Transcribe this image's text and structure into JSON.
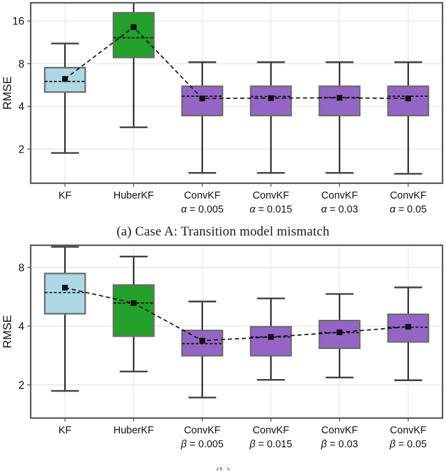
{
  "figure": {
    "panels": [
      {
        "id": "panel-a",
        "caption": "(a) Case A: Transition model mismatch",
        "ylabel": "RMSE"
      },
      {
        "id": "panel-b",
        "caption": "",
        "ylabel": "RMSE"
      }
    ]
  },
  "chart_data": [
    {
      "type": "box",
      "id": "case-a",
      "title": "(a) Case A: Transition model mismatch",
      "xlabel": "",
      "ylabel": "RMSE",
      "yscale": "log2",
      "yticks": [
        2,
        4,
        8,
        16
      ],
      "yticklabels": [
        "2",
        "4",
        "8",
        "16"
      ],
      "ylim": [
        1.15,
        21.5
      ],
      "grid": true,
      "legend": "none",
      "mean_connector": true,
      "categories": [
        {
          "label": "KF",
          "param": "",
          "color": "#add8e6"
        },
        {
          "label": "HuberKF",
          "param": "",
          "color": "#22a02a"
        },
        {
          "label": "ConvKF",
          "param": "α = 0.005",
          "color": "#9565c6"
        },
        {
          "label": "ConvKF",
          "param": "α = 0.015",
          "color": "#9565c6"
        },
        {
          "label": "ConvKF",
          "param": "α = 0.03",
          "color": "#9565c6"
        },
        {
          "label": "ConvKF",
          "param": "α = 0.05",
          "color": "#9565c6"
        }
      ],
      "boxes": [
        {
          "name": "KF",
          "whislo": 1.88,
          "q1": 5.05,
          "median": 6.0,
          "q3": 7.5,
          "whishi": 11.1,
          "mean": 6.25
        },
        {
          "name": "HuberKF",
          "whislo": 2.85,
          "q1": 8.85,
          "median": 12.2,
          "q3": 18.3,
          "whishi": 23.0,
          "mean": 14.5
        },
        {
          "name": "ConvKF a=0.005",
          "whislo": 1.36,
          "q1": 3.45,
          "median": 4.72,
          "q3": 5.55,
          "whishi": 8.2,
          "mean": 4.55
        },
        {
          "name": "ConvKF a=0.015",
          "whislo": 1.36,
          "q1": 3.45,
          "median": 4.7,
          "q3": 5.55,
          "whishi": 8.2,
          "mean": 4.58
        },
        {
          "name": "ConvKF a=0.03",
          "whislo": 1.36,
          "q1": 3.45,
          "median": 4.62,
          "q3": 5.55,
          "whishi": 8.2,
          "mean": 4.6
        },
        {
          "name": "ConvKF a=0.05",
          "whislo": 1.34,
          "q1": 3.45,
          "median": 4.72,
          "q3": 5.55,
          "whishi": 8.2,
          "mean": 4.55
        }
      ],
      "mean_line_values": [
        6.25,
        14.5,
        4.55,
        4.58,
        4.6,
        4.55
      ]
    },
    {
      "type": "box",
      "id": "case-b",
      "title": "",
      "xlabel": "",
      "ylabel": "RMSE",
      "yscale": "log2",
      "yticks": [
        2,
        4,
        8
      ],
      "yticklabels": [
        "2",
        "4",
        "8"
      ],
      "ylim": [
        1.35,
        10.4
      ],
      "grid": true,
      "legend": "none",
      "mean_connector": true,
      "categories": [
        {
          "label": "KF",
          "param": "",
          "color": "#add8e6"
        },
        {
          "label": "HuberKF",
          "param": "",
          "color": "#22a02a"
        },
        {
          "label": "ConvKF",
          "param": "β = 0.005",
          "color": "#9565c6"
        },
        {
          "label": "ConvKF",
          "param": "β = 0.015",
          "color": "#9565c6"
        },
        {
          "label": "ConvKF",
          "param": "β = 0.03",
          "color": "#9565c6"
        },
        {
          "label": "ConvKF",
          "param": "β = 0.05",
          "color": "#9565c6"
        }
      ],
      "boxes": [
        {
          "name": "KF",
          "whislo": 1.86,
          "q1": 4.63,
          "median": 5.95,
          "q3": 7.45,
          "whishi": 10.2,
          "mean": 6.3
        },
        {
          "name": "HuberKF",
          "whislo": 2.34,
          "q1": 3.55,
          "median": 5.25,
          "q3": 6.5,
          "whishi": 9.1,
          "mean": 5.25
        },
        {
          "name": "ConvKF b=0.005",
          "whislo": 1.72,
          "q1": 2.82,
          "median": 3.25,
          "q3": 3.8,
          "whishi": 5.35,
          "mean": 3.37
        },
        {
          "name": "ConvKF b=0.015",
          "whislo": 2.12,
          "q1": 2.82,
          "median": 3.52,
          "q3": 3.97,
          "whishi": 5.55,
          "mean": 3.52
        },
        {
          "name": "ConvKF b=0.03",
          "whislo": 2.18,
          "q1": 3.08,
          "median": 3.7,
          "q3": 4.27,
          "whishi": 5.85,
          "mean": 3.72
        },
        {
          "name": "ConvKF b=0.05",
          "whislo": 2.11,
          "q1": 3.32,
          "median": 3.95,
          "q3": 4.6,
          "whishi": 6.32,
          "mean": 3.97
        }
      ],
      "mean_line_values": [
        6.3,
        5.25,
        3.37,
        3.52,
        3.72,
        3.97
      ]
    }
  ],
  "colors": {
    "kf": "#add8e6",
    "huberkf": "#22a02a",
    "convkf": "#9565c6",
    "frame": "#5a5a5a",
    "grid": "#e8e8e8",
    "line": "#101010"
  }
}
